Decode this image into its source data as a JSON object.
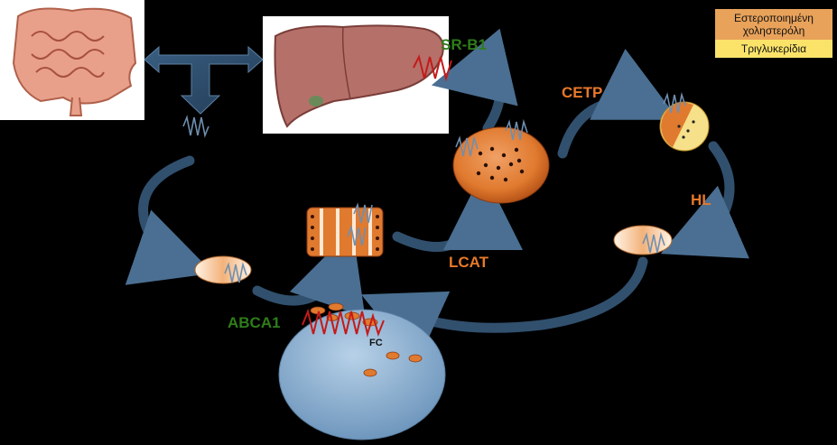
{
  "colors": {
    "background": "#000000",
    "arrow": "#31506e",
    "orange": "#e07a2f",
    "dark_orange": "#c4561c",
    "hdl_blue": "#8fb4d4",
    "legend_ester": "#e8a25a",
    "legend_tg": "#fbe36a",
    "label_green": "#2e7d1a",
    "label_orange": "#e8782a",
    "receptor_red": "#c41a1a"
  },
  "labels": {
    "sr_b1": "SR-B1",
    "cetp": "CETP",
    "hl": "HL",
    "lcat": "LCAT",
    "abca1": "ABCA1",
    "fc": "FC"
  },
  "legend": {
    "ester": "Εστεροποιημένη χοληστερόλη",
    "triglycerides": "Τριγλυκερίδια"
  },
  "icons": {
    "intestine": "intestine-illustration",
    "liver": "liver-illustration",
    "apolipoprotein": "apolipoprotein-coil-icon"
  }
}
